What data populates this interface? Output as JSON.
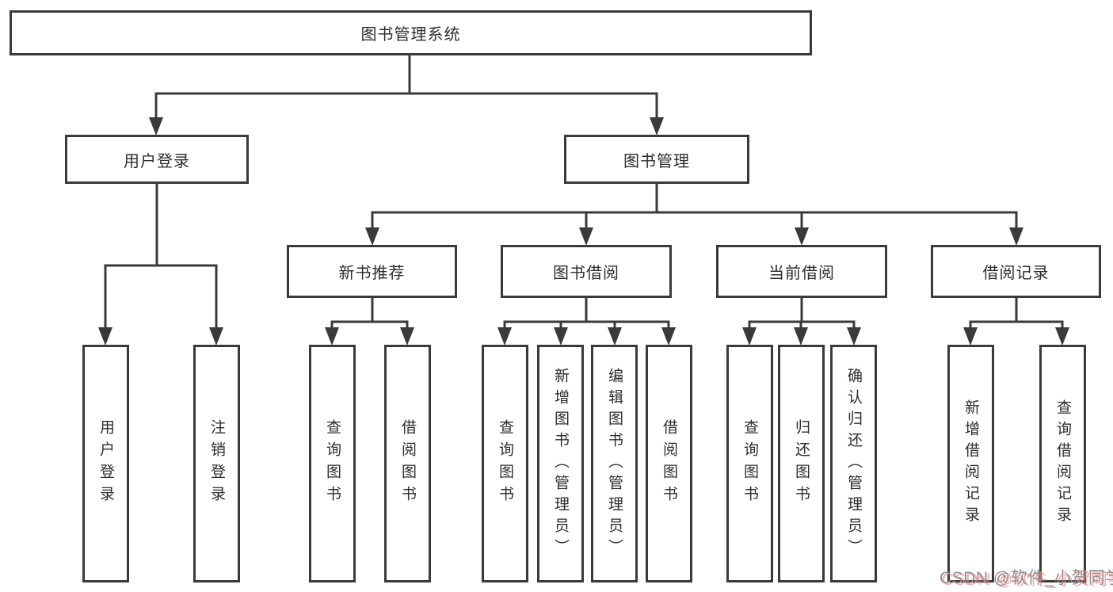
{
  "diagram": {
    "root": {
      "label": "图书管理系统"
    },
    "level1": [
      {
        "label": "用户登录"
      },
      {
        "label": "图书管理"
      }
    ],
    "level2": [
      {
        "label": "新书推荐"
      },
      {
        "label": "图书借阅"
      },
      {
        "label": "当前借阅"
      },
      {
        "label": "借阅记录"
      }
    ],
    "leaves": {
      "login": [
        "用户登录",
        "注销登录"
      ],
      "newbook": [
        "查询图书",
        "借阅图书"
      ],
      "borrow": [
        "查询图书",
        "新增图书（管理员）",
        "编辑图书（管理员）",
        "借阅图书"
      ],
      "current": [
        "查询图书",
        "归还图书",
        "确认归还（管理员）"
      ],
      "records": [
        "新增借阅记录",
        "查询借阅记录"
      ]
    },
    "watermark": "CSDN @软件_小贺同学",
    "colors": {
      "line": "#3a3a3a",
      "text": "#2d2d2d",
      "watermark_gray": "#8f8f8f",
      "watermark_pink": "#f88888",
      "background": "#ffffff"
    }
  }
}
